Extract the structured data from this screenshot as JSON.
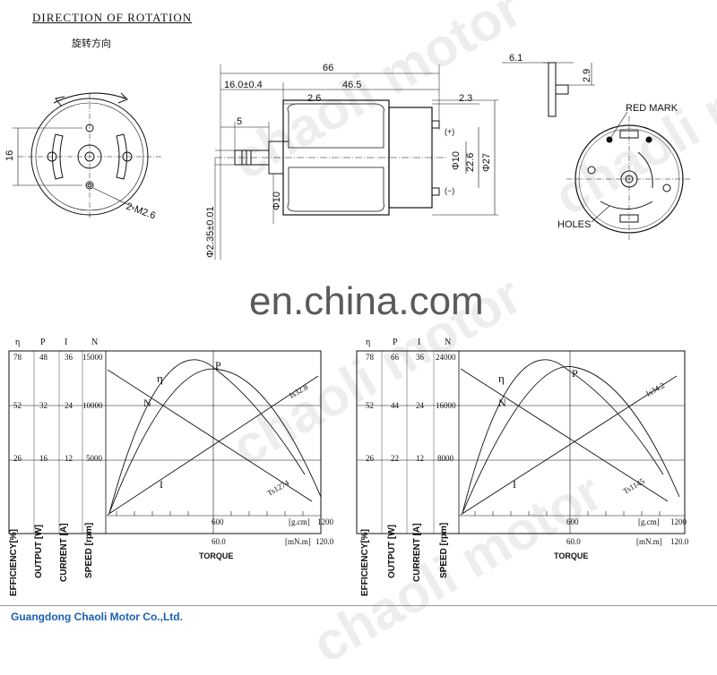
{
  "header": {
    "title": "DIRECTION OF ROTATION",
    "subtitle": "旋转方向"
  },
  "watermark": {
    "brand": "en.china.com",
    "text": "chaoli motor"
  },
  "drawing": {
    "front_left": {
      "dim_16": "16",
      "holes_label": "2-M2.6"
    },
    "side": {
      "dim_66": "66",
      "dim_16": "16.0±0.4",
      "dim_46_5": "46.5",
      "dim_2_6": "2.6",
      "dim_2_3": "2.3",
      "dim_5": "5",
      "dim_phi10_shaft": "Φ10",
      "dim_shaft": "Φ2.35±0.01",
      "plus": "(+)",
      "minus": "(−)",
      "dim_phi10": "Φ10",
      "dim_22_6": "22.6",
      "dim_phi27": "Φ27"
    },
    "rear": {
      "dim_6_1": "6.1",
      "dim_2_9": "2.9",
      "red_mark": "RED MARK",
      "holes": "HOLES"
    }
  },
  "charts": [
    {
      "heads": [
        "η",
        "P",
        "I",
        "N"
      ],
      "top": [
        "78",
        "48",
        "36",
        "15000"
      ],
      "mid": [
        "52",
        "32",
        "24",
        "10000"
      ],
      "low": [
        "26",
        "16",
        "12",
        "5000"
      ],
      "curves": {
        "eta": "η",
        "p": "P",
        "n": "N",
        "i": "I"
      },
      "is_label": "Is32.8",
      "ts_label": "Ts1274",
      "x_top": {
        "mid": "600",
        "unit": "[g.cm]",
        "max": "1200"
      },
      "x_bot": {
        "mid": "60.0",
        "unit": "[mN.m]",
        "max": "120.0"
      },
      "torque": "TORQUE",
      "axis_titles": [
        "EFFICIENCY[%]",
        "OUTPUT [W]",
        "CURRENT [A]",
        "SPEED [rpm]"
      ]
    },
    {
      "heads": [
        "η",
        "P",
        "I",
        "N"
      ],
      "top": [
        "78",
        "66",
        "36",
        "24000"
      ],
      "mid": [
        "52",
        "44",
        "24",
        "16000"
      ],
      "low": [
        "26",
        "22",
        "12",
        "8000"
      ],
      "curves": {
        "eta": "η",
        "p": "P",
        "n": "N",
        "i": "I"
      },
      "is_label": "Is34.2",
      "ts_label": "Ts1145",
      "x_top": {
        "mid": "600",
        "unit": "[g.cm]",
        "max": "1200"
      },
      "x_bot": {
        "mid": "60.0",
        "unit": "[mN.m]",
        "max": "120.0"
      },
      "torque": "TORQUE",
      "axis_titles": [
        "EFFICIENCY[%]",
        "OUTPUT [W]",
        "CURRENT [A]",
        "SPEED [rpm]"
      ]
    }
  ],
  "footer": {
    "company": "Guangdong Chaoli Motor Co.,Ltd."
  }
}
